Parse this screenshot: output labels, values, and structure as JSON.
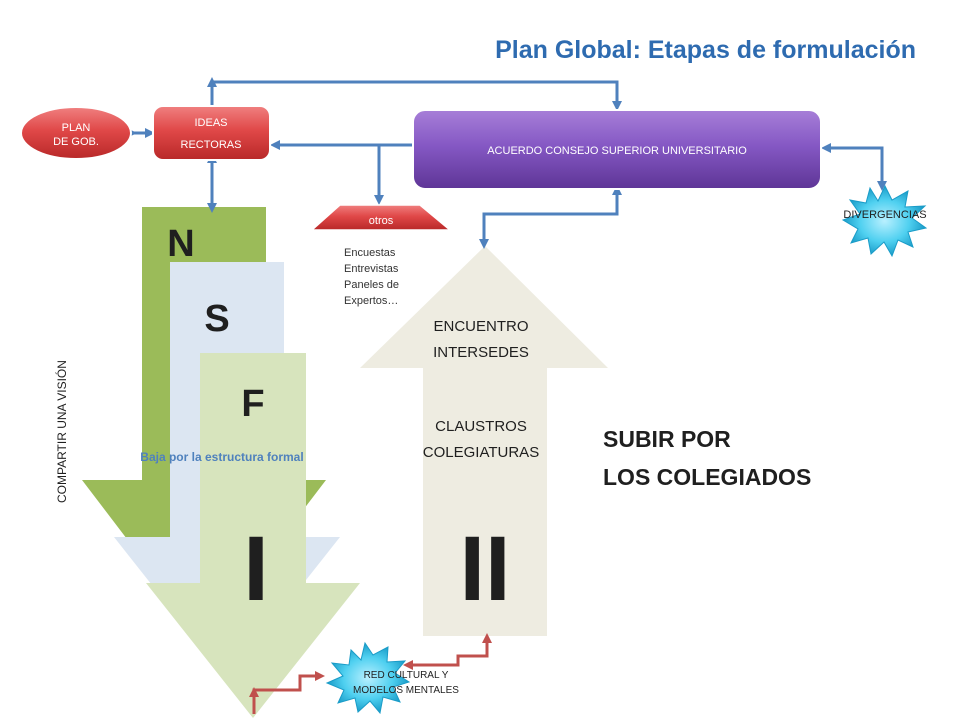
{
  "title": "Plan Global: Etapas de formulación",
  "nodes": {
    "plan_gob": [
      "PLAN",
      "DE GOB."
    ],
    "ideas_rectoras": [
      "IDEAS",
      "RECTORAS"
    ],
    "acuerdo": "ACUERDO CONSEJO SUPERIOR UNIVERSITARIO",
    "otros": "otros",
    "divergencias": "DIVERGENCIAS",
    "red_cultural": [
      "RED CULTURAL Y",
      "MODELOS MENTALES"
    ]
  },
  "otros_list": [
    "Encuestas",
    "Entrevistas",
    "Paneles de",
    "Expertos…"
  ],
  "down_arrows": {
    "n_label": "N",
    "s_label": "S",
    "f_label": "F",
    "caption": "Baja por la estructura formal",
    "stage": "I"
  },
  "up_arrow": {
    "encuentro": [
      "ENCUENTRO",
      "INTERSEDES"
    ],
    "claustros": [
      "CLAUSTROS",
      "COLEGIATURAS"
    ],
    "stage": "II"
  },
  "subir": [
    "SUBIR POR",
    "LOS COLEGIADOS"
  ],
  "side_label": "COMPARTIR UNA VISIÓN",
  "colors": {
    "title": "#2e6bb0",
    "green_dark": "#9bbb59",
    "blue_light": "#dce6f2",
    "green_light": "#d7e4bd",
    "beige": "#eeece1",
    "red": "#d9403a",
    "purple": "#7b4fb8",
    "connector_blue": "#4f81bd",
    "connector_red": "#c0504d",
    "burst": "#3cc6e8"
  }
}
